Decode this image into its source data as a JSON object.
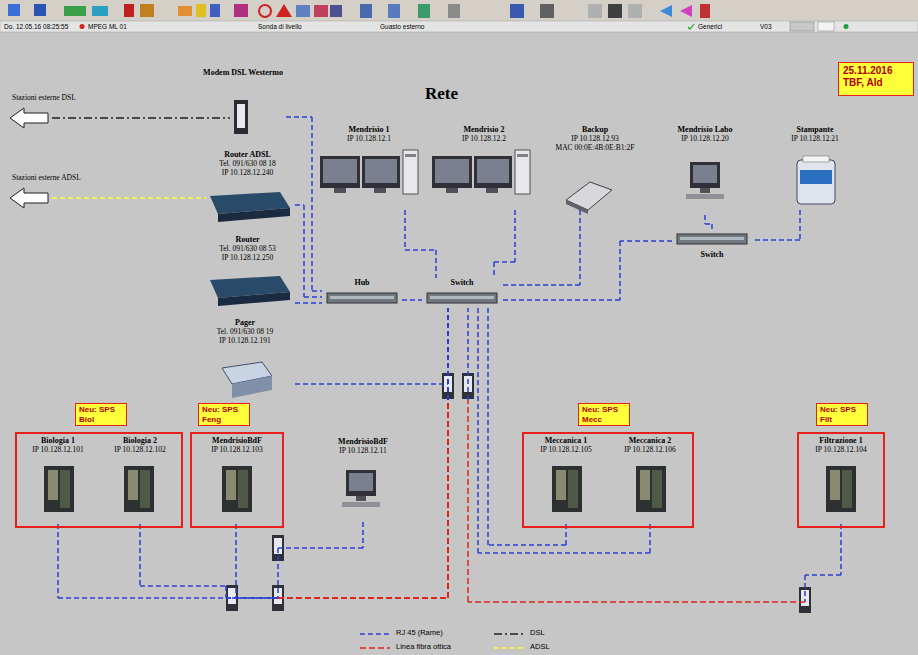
{
  "diagram": {
    "title": "Rete",
    "nodes": [
      {
        "text": [
          "25.11.2016",
          "TBF, Ald"
        ]
      },
      {
        "text": [
          "Modem DSL Westermo"
        ]
      },
      {
        "text": [
          "Mendrisio 1",
          "IP 10.128.12.1"
        ]
      },
      {
        "text": [
          "Mendrisio 2",
          "IP 10.128.12.2"
        ]
      },
      {
        "text": [
          "Backup",
          "IP 10.128.12.93",
          "MAC 00:0E:4B:0E:B1:2F"
        ]
      },
      {
        "text": [
          "Mendrisio Labo",
          "IP 10.128.12.20"
        ]
      },
      {
        "text": [
          "Stampante",
          "IP 10.128.12.21"
        ]
      },
      {
        "text": [
          "Router ADSL",
          "Tel. 091/630 08 18",
          "IP 10.128.12.240"
        ]
      },
      {
        "text": [
          "Router",
          "Tel. 091/630 08 53",
          "IP 10.128.12.250"
        ]
      },
      {
        "text": [
          "Hub"
        ]
      },
      {
        "text": [
          "Switch"
        ]
      },
      {
        "text": [
          "Switch"
        ]
      },
      {
        "text": [
          "Pager",
          "Tel. 091/630 08 19",
          "IP 10.128.12.191"
        ]
      },
      {
        "text": [
          "Neu: SPS Biol"
        ]
      },
      {
        "text": [
          "Biologia 1",
          "IP 10.128.12.101"
        ],
        "in": 13
      },
      {
        "text": [
          "Biologia 2",
          "IP 10.128.12.102"
        ],
        "in": 13
      },
      {
        "text": [
          "Neu: SPS Feng"
        ]
      },
      {
        "text": [
          "MendrisioBdF",
          "IP 10.128.12.103"
        ],
        "in": 16
      },
      {
        "text": [
          "MendrisioBdF",
          "IP 10.128.12.11"
        ]
      },
      {
        "text": [
          "Neu: SPS Mecc"
        ]
      },
      {
        "text": [
          "Meccanica 1",
          "IP 10.128.12.105"
        ],
        "in": 19
      },
      {
        "text": [
          "Meccanica 2",
          "IP 10.128.12.106"
        ],
        "in": 19
      },
      {
        "text": [
          "Neu: SPS Filt"
        ]
      },
      {
        "text": [
          "Filtrazione 1",
          "IP 10.128.12.104"
        ],
        "in": 22
      }
    ],
    "edges": [
      {
        "from": 1,
        "to": 9,
        "arrow": "none"
      },
      {
        "from": 7,
        "to": 9,
        "arrow": "none"
      },
      {
        "from": 8,
        "to": 9,
        "arrow": "none"
      },
      {
        "from": 9,
        "to": 10,
        "arrow": "none"
      },
      {
        "from": 2,
        "to": 10,
        "arrow": "none"
      },
      {
        "from": 3,
        "to": 10,
        "arrow": "none"
      },
      {
        "from": 4,
        "to": 10,
        "arrow": "none"
      },
      {
        "from": 11,
        "to": 10,
        "arrow": "none"
      },
      {
        "from": 5,
        "to": 11,
        "arrow": "none"
      },
      {
        "from": 6,
        "to": 11,
        "arrow": "none"
      },
      {
        "from": 12,
        "to": 10,
        "arrow": "none"
      },
      {
        "from": 14,
        "to": 10,
        "arrow": "none"
      },
      {
        "from": 15,
        "to": 10,
        "arrow": "none"
      },
      {
        "from": 17,
        "to": 10,
        "arrow": "none"
      },
      {
        "from": 18,
        "to": 10,
        "arrow": "none"
      },
      {
        "from": 20,
        "to": 10,
        "arrow": "none"
      },
      {
        "from": 21,
        "to": 10,
        "arrow": "none"
      },
      {
        "from": 23,
        "to": 10,
        "arrow": "none"
      }
    ],
    "labels": [
      "Do. 12.05.16 08:25:55",
      "MPEG ML 01",
      "Sonda di livello",
      "Guasto esterno",
      "Generici",
      "V03",
      "Stazioni esterne DSL",
      "Stazioni esterne ADSL"
    ],
    "legend": [
      {
        "text": "RJ 45 (Rame)"
      },
      {
        "text": "Linea fibra ottica"
      },
      {
        "text": "DSL"
      },
      {
        "text": "ADSL"
      }
    ]
  }
}
